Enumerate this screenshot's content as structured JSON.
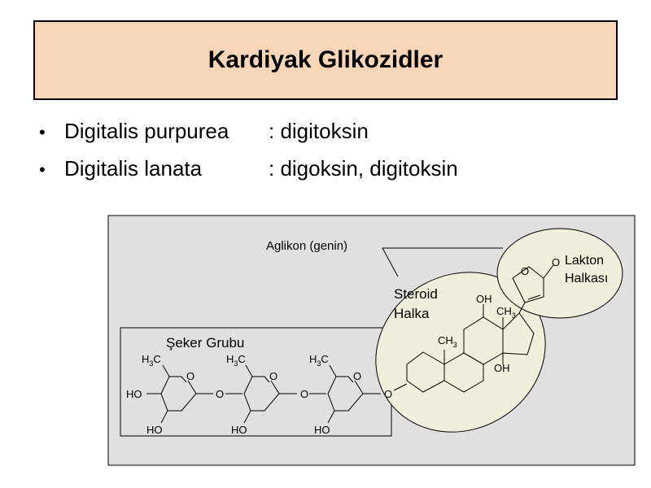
{
  "slide": {
    "title": "Kardiyak Glikozidler",
    "bullets": [
      {
        "plant": "Digitalis purpurea",
        "product": ": digitoksin"
      },
      {
        "plant": "Digitalis lanata",
        "product": ": digoksin, digitoksin"
      }
    ]
  },
  "figure": {
    "aglikon_label": "Aglikon (genin)",
    "sugar_label": "Şeker Grubu",
    "steroid_label_1": "Steroid",
    "steroid_label_2": "Halka",
    "lactone_label_1": "Lakton",
    "lactone_label_2": "Halkası",
    "atoms": {
      "h3c": "H",
      "h3c_sub": "3",
      "h3c_c": "C",
      "ho": "HO",
      "o": "O",
      "oh": "OH",
      "ch3": "CH",
      "ch3_sub": "3"
    },
    "colors": {
      "panel_bg": "#e0e0e0",
      "ellipse_fill": "#efefdc",
      "title_bg": "#f9d6b8"
    }
  }
}
